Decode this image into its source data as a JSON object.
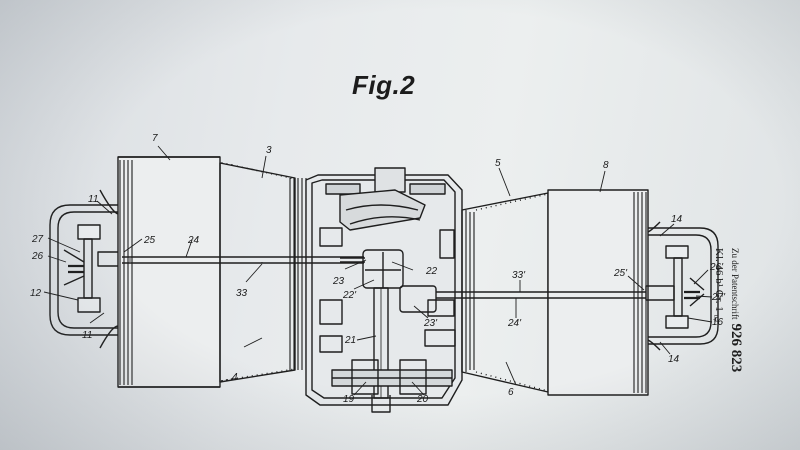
{
  "figure": {
    "title": "Fig.2",
    "patent_note_prefix": "Zu der Patentschrift",
    "patent_number": "926 823",
    "classification": "Kl. 46 b¹ Gr. 1 ₀₂"
  },
  "labels": {
    "l7": "7",
    "l3": "3",
    "l11a": "11",
    "l11b": "11",
    "l27": "27",
    "l26": "26",
    "l12": "12",
    "l25": "25",
    "l24": "24",
    "l33": "33",
    "l4": "4",
    "l23": "23",
    "l22": "22",
    "l22p": "22'",
    "l23p": "23'",
    "l21": "21",
    "l19": "19",
    "l20": "20",
    "l5": "5",
    "l8": "8",
    "l6": "6",
    "l33p": "33'",
    "l24p": "24'",
    "l25p": "25'",
    "l14a": "14",
    "l14b": "14",
    "l26p": "26'",
    "l27p": "27'",
    "l16": "16"
  }
}
